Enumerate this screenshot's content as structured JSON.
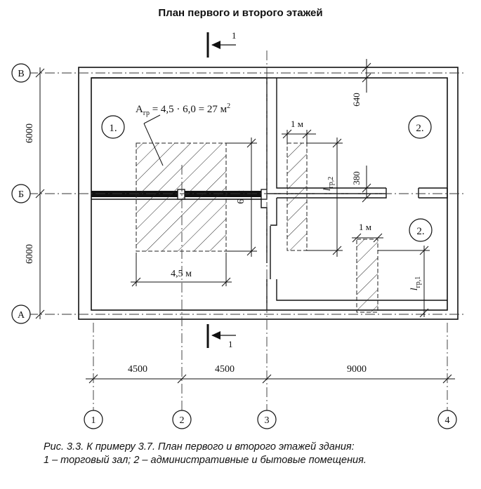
{
  "title": "План первого и второго этажей",
  "section_mark": "1",
  "grid_axes": {
    "rows": [
      "В",
      "Б",
      "А"
    ],
    "columns": [
      "1",
      "2",
      "3",
      "4"
    ]
  },
  "dimensions": {
    "left_upper": "6000",
    "left_lower": "6000",
    "bottom": [
      "4500",
      "4500",
      "9000"
    ],
    "wall_640": "640",
    "gap_380": "380",
    "hatch_width": "4,5 м",
    "hatch_height": "6 м",
    "strip_width_upper": "1 м",
    "strip_width_lower": "1 м"
  },
  "area_formula_prefix": "А",
  "area_formula_sub": "гр",
  "area_formula_body": " = 4,5 · 6,0 = 27 м",
  "area_formula_sup": "2",
  "l_gr2_main": "l",
  "l_gr2_sub": "гр,2",
  "l_gr1_main": "l",
  "l_gr1_sub": "гр,1",
  "rooms": [
    "1.",
    "2.",
    "2."
  ],
  "caption": {
    "line1": "Рис. 3.3. К примеру 3.7. План первого и второго этажей здания:",
    "line2": "1 – торговый зал; 2 – административные и бытовые помещения."
  }
}
